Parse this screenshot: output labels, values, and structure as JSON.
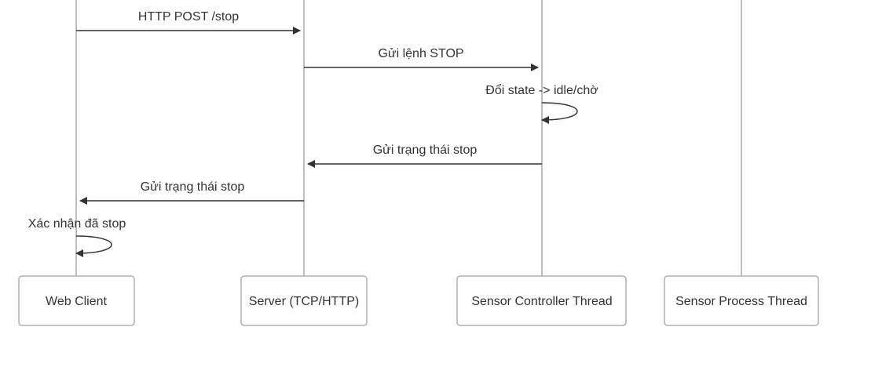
{
  "participants": [
    {
      "id": "web",
      "label": "Web Client"
    },
    {
      "id": "server",
      "label": "Server (TCP/HTTP)"
    },
    {
      "id": "controller",
      "label": "Sensor Controller Thread"
    },
    {
      "id": "process",
      "label": "Sensor Process Thread"
    }
  ],
  "messages": [
    {
      "from": "web",
      "to": "server",
      "label": "HTTP POST /stop"
    },
    {
      "from": "server",
      "to": "controller",
      "label": "Gửi lệnh STOP"
    },
    {
      "from": "controller",
      "to": "controller",
      "label": "Đổi state -> idle/chờ"
    },
    {
      "from": "controller",
      "to": "server",
      "label": "Gửi trạng thái stop"
    },
    {
      "from": "server",
      "to": "web",
      "label": "Gửi trạng thái stop"
    },
    {
      "from": "web",
      "to": "web",
      "label": "Xác nhận đã stop"
    }
  ],
  "colors": {
    "line": "#333333",
    "lifeline": "#a9a9a9",
    "box_border": "#b0b0b0"
  }
}
